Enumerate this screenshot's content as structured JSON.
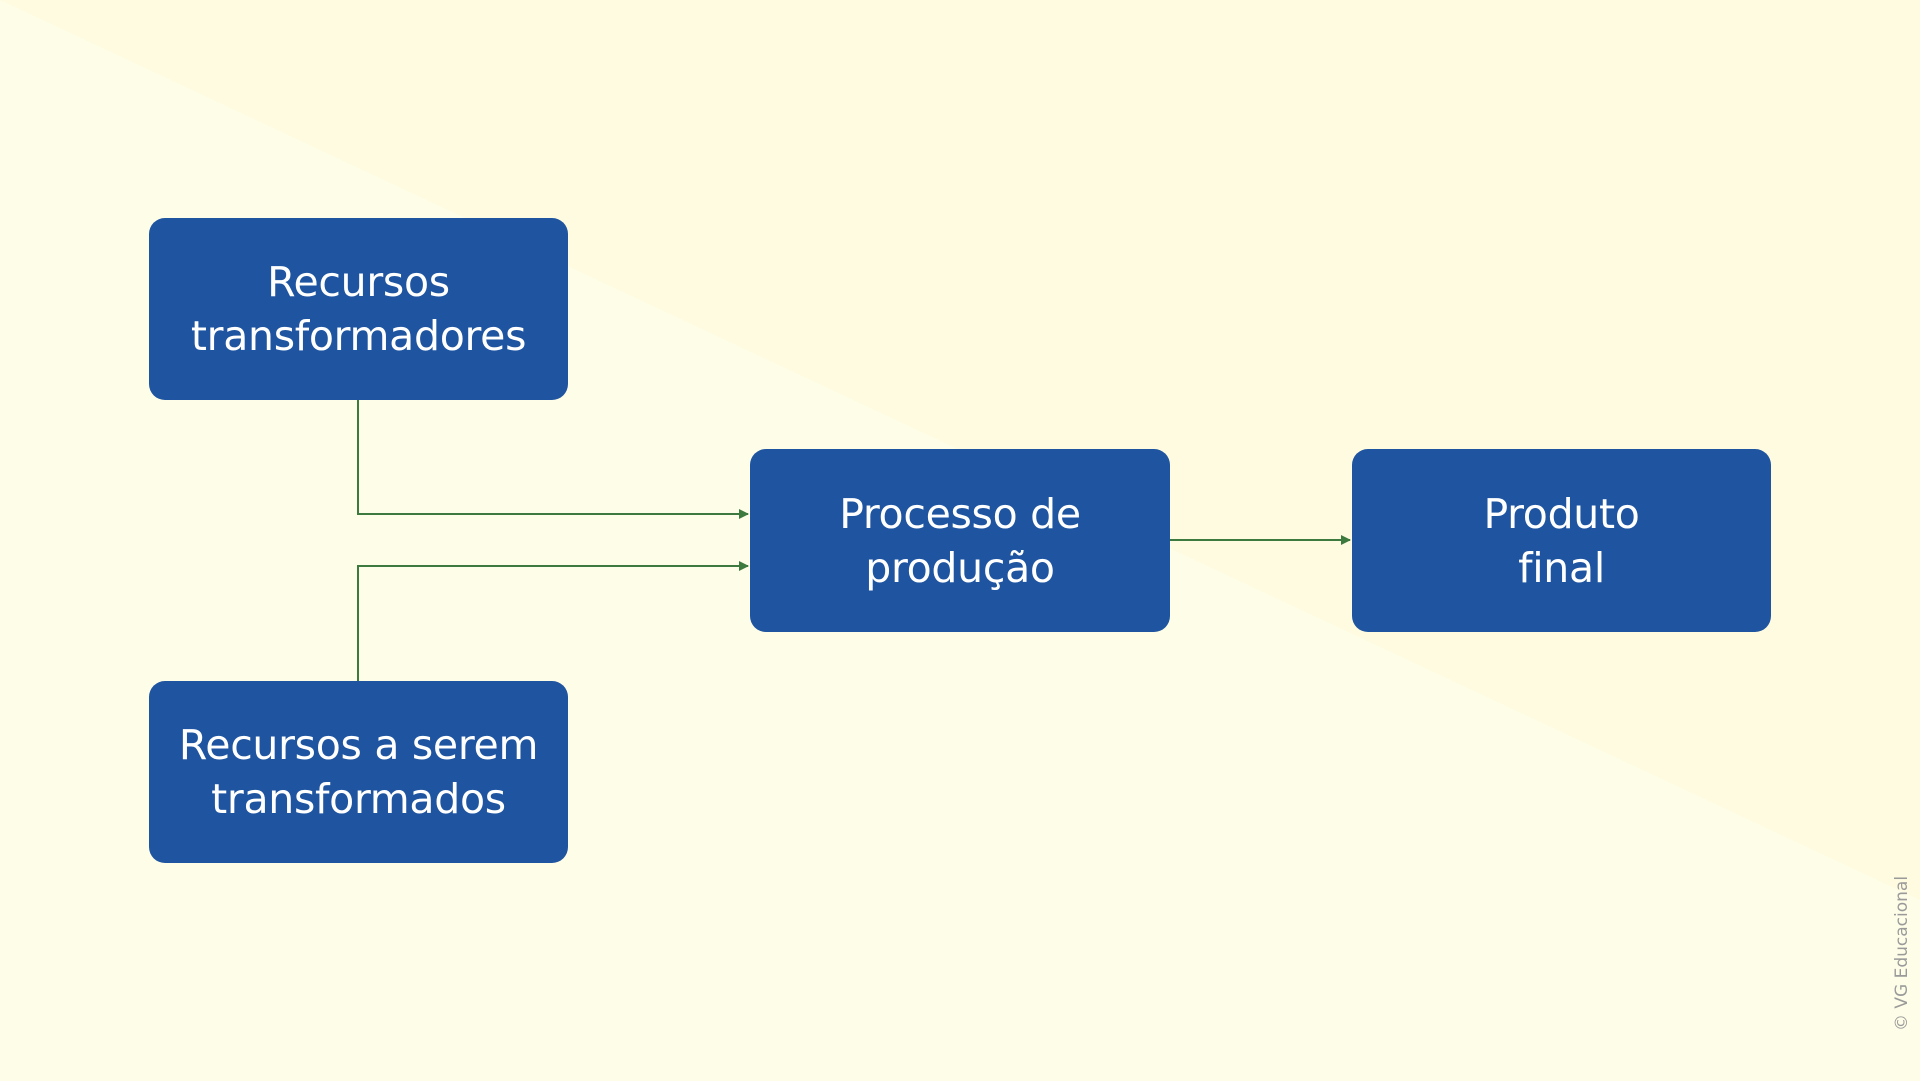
{
  "diagram": {
    "nodes": {
      "transformadores": "Recursos\ntransformadores",
      "transformados": "Recursos a serem\ntransformados",
      "processo": "Processo de\nprodução",
      "produto": "Produto\nfinal"
    },
    "edges": [
      {
        "from": "transformadores",
        "to": "processo"
      },
      {
        "from": "transformados",
        "to": "processo"
      },
      {
        "from": "processo",
        "to": "produto"
      }
    ]
  },
  "credit": "© VG Educacional",
  "colors": {
    "background": "#fefde7",
    "background_band": "#fefbe0",
    "box": "#1e54a0",
    "box_text": "#ffffff",
    "connector": "#3d7a3f",
    "credit_text": "#9a9a9a"
  }
}
